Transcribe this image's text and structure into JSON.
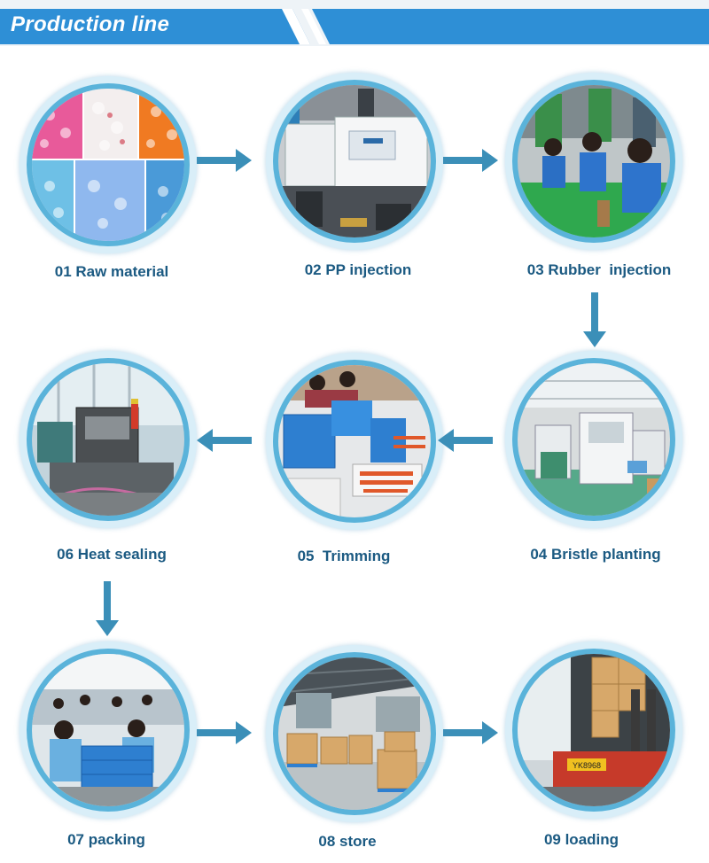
{
  "header": {
    "title": "Production line",
    "accent_color": "#2e8fd6"
  },
  "steps": [
    {
      "label": "01 Raw material"
    },
    {
      "label": "02 PP injection"
    },
    {
      "label": "03 Rubber  injection"
    },
    {
      "label": "04 Bristle planting"
    },
    {
      "label": "05  Trimming"
    },
    {
      "label": "06 Heat sealing"
    },
    {
      "label": "07 packing"
    },
    {
      "label": "08 store"
    },
    {
      "label": "09 loading"
    }
  ],
  "photo_texts": {
    "plate": "YK8968"
  },
  "arrow_color": "#3b8fb8",
  "icons": {
    "arrow": "arrow-icon"
  }
}
